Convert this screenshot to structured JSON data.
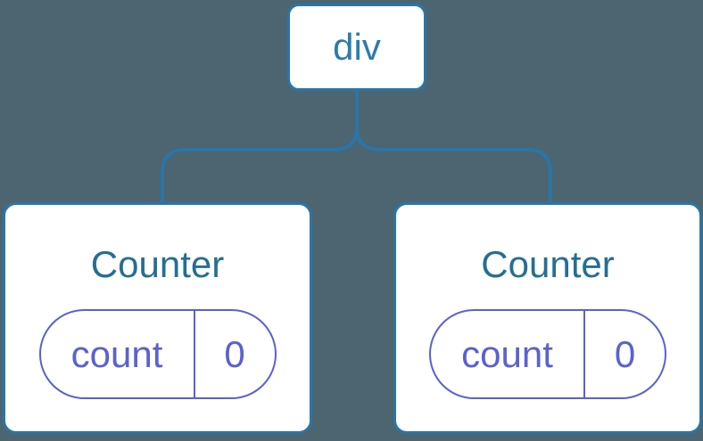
{
  "colors": {
    "background": "#4C6571",
    "line_blue": "#2B75A7",
    "div_label_blue": "#2C7BAD",
    "title_blue": "#256E93",
    "accent_purple": "#5A61D2",
    "node_fill": "#FFFFFF"
  },
  "diagram": {
    "root": {
      "label": "div"
    },
    "children": [
      {
        "title": "Counter",
        "state": {
          "key": "count",
          "value": "0"
        }
      },
      {
        "title": "Counter",
        "state": {
          "key": "count",
          "value": "0"
        }
      }
    ]
  }
}
